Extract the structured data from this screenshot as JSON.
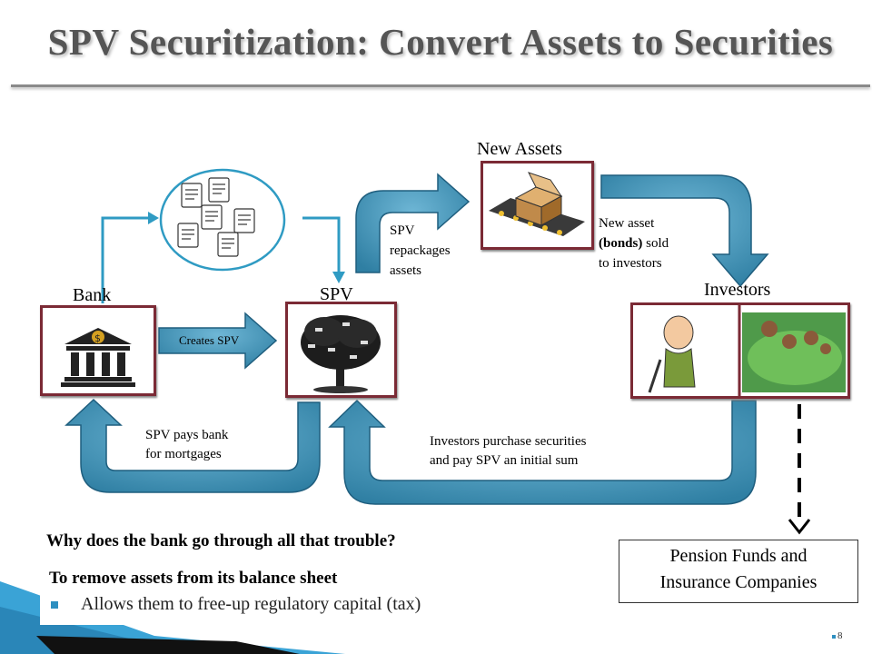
{
  "title": "SPV Securitization: Convert Assets to Securities",
  "nodes": {
    "bank": "Bank",
    "spv": "SPV",
    "new_assets": "New Assets",
    "investors": "Investors",
    "pension": [
      "Pension Funds and",
      "Insurance Companies"
    ]
  },
  "arrows": {
    "creates_spv": "Creates SPV",
    "spv_repackages": [
      "SPV",
      "repackages",
      "assets"
    ],
    "new_asset_sold": [
      "New asset",
      "(bonds)",
      " sold",
      "to investors"
    ],
    "spv_pays_bank": [
      "SPV pays bank",
      "for mortgages"
    ],
    "investors_purchase": [
      "Investors purchase securities",
      "and pay SPV an initial sum"
    ]
  },
  "question": "Why does the bank go through all that trouble?",
  "answer": {
    "heading": "To remove assets from its balance sheet",
    "bullet": "Allows them to free-up regulatory capital (tax)"
  },
  "page_number": "8",
  "colors": {
    "arrow_fill": "#3a8fb3",
    "arrow_stroke": "#1f5e7e",
    "box_border": "#7b2a35",
    "accent": "#2d8fc0",
    "title": "#555555"
  }
}
